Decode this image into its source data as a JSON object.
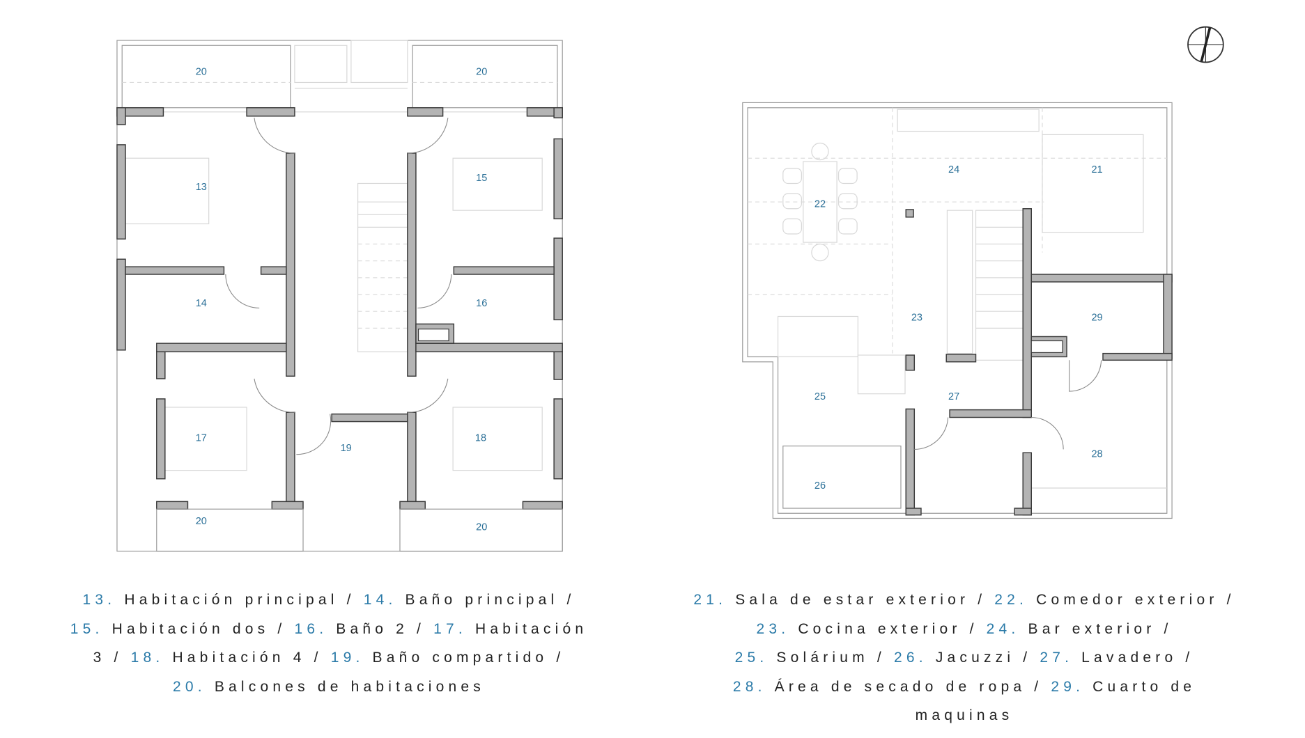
{
  "colors": {
    "accent": "#2a7aa8",
    "wall_fill": "#b4b4b4",
    "wall_stroke": "#3a3a3a"
  },
  "icons": {
    "north_arrow": "compass-north-icon"
  },
  "plan_left": {
    "rooms": [
      "20",
      "20",
      "13",
      "15",
      "14",
      "16",
      "17",
      "18",
      "19",
      "20",
      "20"
    ]
  },
  "plan_right": {
    "rooms": [
      "24",
      "21",
      "22",
      "23",
      "29",
      "25",
      "27",
      "28",
      "26"
    ]
  },
  "legend_left": {
    "lines": [
      [
        {
          "num": "13.",
          "text": " Habitación principal / "
        },
        {
          "num": "14.",
          "text": " Baño principal /"
        }
      ],
      [
        {
          "num": "15.",
          "text": " Habitación dos / "
        },
        {
          "num": "16.",
          "text": " Baño 2 / "
        },
        {
          "num": "17.",
          "text": " Habitación"
        }
      ],
      [
        {
          "num": "",
          "text": "3 / "
        },
        {
          "num": "18.",
          "text": " Habitación 4 / "
        },
        {
          "num": "19.",
          "text": " Baño compartido /"
        }
      ],
      [
        {
          "num": "20.",
          "text": " Balcones de habitaciones"
        }
      ]
    ]
  },
  "legend_right": {
    "lines": [
      [
        {
          "num": "21.",
          "text": " Sala de estar exterior / "
        },
        {
          "num": "22.",
          "text": " Comedor exterior /"
        }
      ],
      [
        {
          "num": "23.",
          "text": " Cocina exterior / "
        },
        {
          "num": "24.",
          "text": " Bar exterior /"
        }
      ],
      [
        {
          "num": "25.",
          "text": " Solárium / "
        },
        {
          "num": "26.",
          "text": " Jacuzzi / "
        },
        {
          "num": "27.",
          "text": " Lavadero /"
        }
      ],
      [
        {
          "num": "28.",
          "text": " Área de secado de ropa / "
        },
        {
          "num": "29.",
          "text": " Cuarto de"
        }
      ],
      [
        {
          "num": "",
          "text": "maquinas"
        }
      ]
    ]
  }
}
